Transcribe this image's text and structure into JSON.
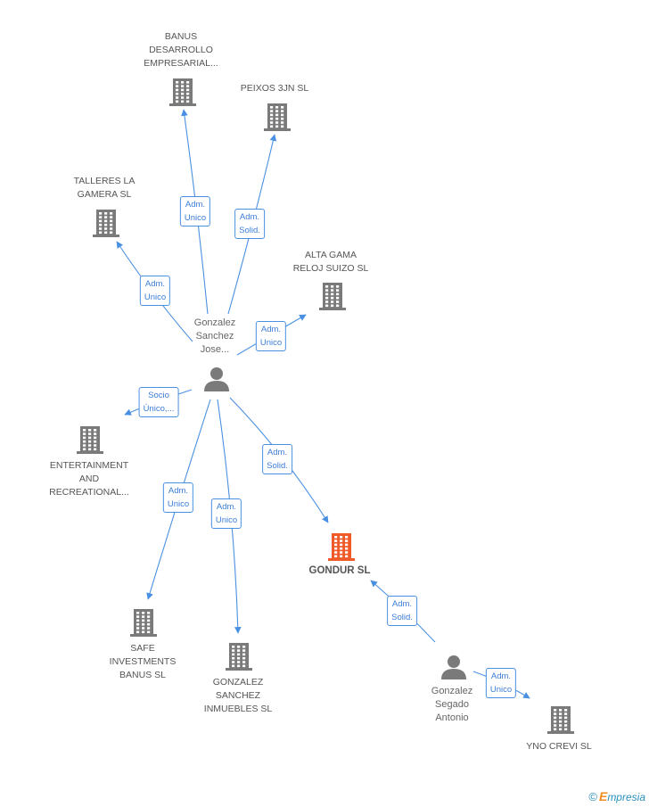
{
  "nodes": {
    "banus": "BANUS\nDESARROLLO\nEMPRESARIAL...",
    "peixos": "PEIXOS 3JN SL",
    "talleres": "TALLERES LA\nGAMERA  SL",
    "alta_gama": "ALTA GAMA\nRELOJ SUIZO SL",
    "gonzalez_jose": "Gonzalez\nSanchez\nJose...",
    "entertainment": "ENTERTAINMENT\nAND\nRECREATIONAL...",
    "gondur": "GONDUR SL",
    "safe": "SAFE\nINVESTMENTS\nBANUS  SL",
    "inmuebles": "GONZALEZ\nSANCHEZ\nINMUEBLES SL",
    "gonzalez_antonio": "Gonzalez\nSegado\nAntonio",
    "yno": "YNO CREVI SL"
  },
  "edges": {
    "e_banus": "Adm.\nUnico",
    "e_peixos": "Adm.\nSolid.",
    "e_talleres": "Adm.\nUnico",
    "e_alta": "Adm.\nUnico",
    "e_entertainment": "Socio\nÚnico,...",
    "e_gondur": "Adm.\nSolid.",
    "e_safe": "Adm.\nUnico",
    "e_inmuebles": "Adm.\nUnico",
    "e_gondur2": "Adm.\nSolid.",
    "e_yno": "Adm.\nUnico"
  },
  "footer": {
    "copyright": "©",
    "brand_e": "E",
    "brand_rest": "mpresia"
  },
  "colors": {
    "company": "#7a7a7a",
    "focus_company": "#f05a28",
    "person": "#7a7a7a",
    "edge": "#4a90e2"
  }
}
